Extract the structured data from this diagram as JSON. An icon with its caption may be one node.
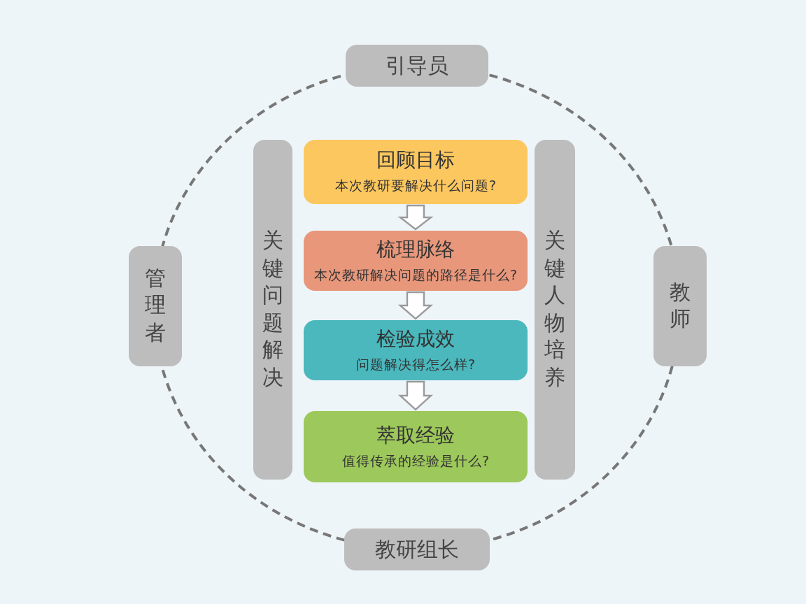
{
  "diagram": {
    "nodes": [
      {
        "text": [
          "引导员"
        ]
      },
      {
        "text": [
          "管理者"
        ]
      },
      {
        "text": [
          "教师"
        ]
      },
      {
        "text": [
          "教研组长"
        ]
      },
      {
        "text": [
          "关键问题解决"
        ]
      },
      {
        "text": [
          "关键人物培养"
        ]
      },
      {
        "text": [
          "回顾目标",
          "本次教研要解决什么问题?"
        ]
      },
      {
        "text": [
          "梳理脉络",
          "本次教研解决问题的路径是什么?"
        ]
      },
      {
        "text": [
          "检验成效",
          "问题解决得怎么样?"
        ]
      },
      {
        "text": [
          "萃取经验",
          "值得传承的经验是什么?"
        ]
      }
    ],
    "edges": [
      {
        "from": 0,
        "to": 2,
        "arrow": "none",
        "style": "dashed"
      },
      {
        "from": 2,
        "to": 3,
        "arrow": "none",
        "style": "dashed"
      },
      {
        "from": 3,
        "to": 1,
        "arrow": "none",
        "style": "dashed"
      },
      {
        "from": 1,
        "to": 0,
        "arrow": "none",
        "style": "dashed"
      },
      {
        "from": 6,
        "to": 7,
        "arrow": "to"
      },
      {
        "from": 7,
        "to": 8,
        "arrow": "to"
      },
      {
        "from": 8,
        "to": 9,
        "arrow": "to"
      }
    ]
  }
}
